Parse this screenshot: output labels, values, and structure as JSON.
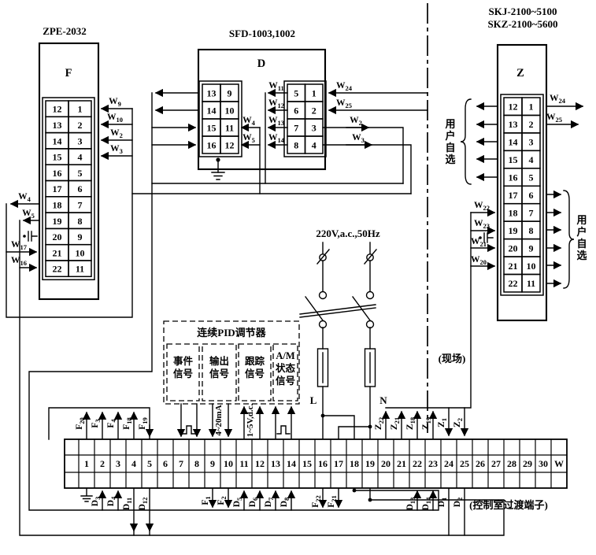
{
  "devices": {
    "f_block": {
      "title": "ZPE-2032",
      "letter": "F",
      "left_terms": [
        "12",
        "13",
        "14",
        "15",
        "16",
        "17",
        "18",
        "19",
        "20",
        "21",
        "22"
      ],
      "right_terms": [
        "1",
        "2",
        "3",
        "4",
        "5",
        "6",
        "7",
        "8",
        "9",
        "10",
        "11"
      ]
    },
    "d_block": {
      "title": "SFD-1003,1002",
      "letter": "D",
      "left_table": {
        "left": [
          "13",
          "14",
          "15",
          "16"
        ],
        "right": [
          "9",
          "10",
          "11",
          "12"
        ]
      },
      "right_table": {
        "left": [
          "5",
          "6",
          "7",
          "8"
        ],
        "right": [
          "1",
          "2",
          "3",
          "4"
        ]
      }
    },
    "z_block": {
      "title_line1": "SKJ-2100~5100",
      "title_line2": "SKZ-2100~5600",
      "letter": "Z",
      "left_terms": [
        "12",
        "13",
        "14",
        "15",
        "16",
        "17",
        "18",
        "19",
        "20",
        "21",
        "22"
      ],
      "right_terms": [
        "1",
        "2",
        "3",
        "4",
        "5",
        "6",
        "7",
        "8",
        "9",
        "10",
        "11"
      ]
    }
  },
  "strip": {
    "numbers": [
      "1",
      "2",
      "3",
      "4",
      "5",
      "6",
      "7",
      "8",
      "9",
      "10",
      "11",
      "12",
      "13",
      "14",
      "15",
      "16",
      "17",
      "18",
      "19",
      "20",
      "21",
      "22",
      "23",
      "24",
      "25",
      "26",
      "27",
      "28",
      "29",
      "30"
    ],
    "w_cell": "W"
  },
  "labels": {
    "w2": "W_2",
    "w3": "W_3",
    "w4": "W_4",
    "w5": "W_5",
    "w9": "W_9",
    "w10": "W_10",
    "w11": "W_11",
    "w12": "W_12",
    "w13": "W_13",
    "w14": "W_14",
    "w16": "W_16",
    "w17": "W_17",
    "w20": "W_20",
    "w21": "W_21",
    "w22": "W_22",
    "w23": "W_23",
    "w24": "W_24",
    "w25": "W_25",
    "z1": "Z_1",
    "z2": "Z_2",
    "z18": "Z_18",
    "z19": "Z_19",
    "z21": "Z_21",
    "z22": "Z_22",
    "f1": "F_1",
    "f2": "F_2",
    "f3": "F_3",
    "f4": "F_4",
    "f18": "F_18",
    "f19": "F_19",
    "f20": "F_20",
    "f21": "F_21",
    "f22": "F_22",
    "d1": "D_1",
    "d2": "D_2",
    "d3": "D_3",
    "d4": "D_4",
    "d5": "D_5",
    "d6": "D_6",
    "d7": "D_7",
    "d8": "D_8",
    "d11": "D_11",
    "d12": "D_12",
    "d13": "D_13",
    "d14": "D_14"
  },
  "power": {
    "source": "220V,a.c.,50Hz",
    "l": "L",
    "n": "N"
  },
  "pid": {
    "title": "连续PID调节器",
    "box1": "事件\n信号",
    "box2": "输出\n信号",
    "box3": "跟踪\n信号",
    "box4": "A/M\n状态\n信号",
    "output_range": "4~20mA",
    "track_range": "1~5V,d.c."
  },
  "notes": {
    "user_select_left": "用户自选",
    "user_select_right": "用户自选",
    "field": "(现场)",
    "transition": "(控制室过渡端子)"
  }
}
